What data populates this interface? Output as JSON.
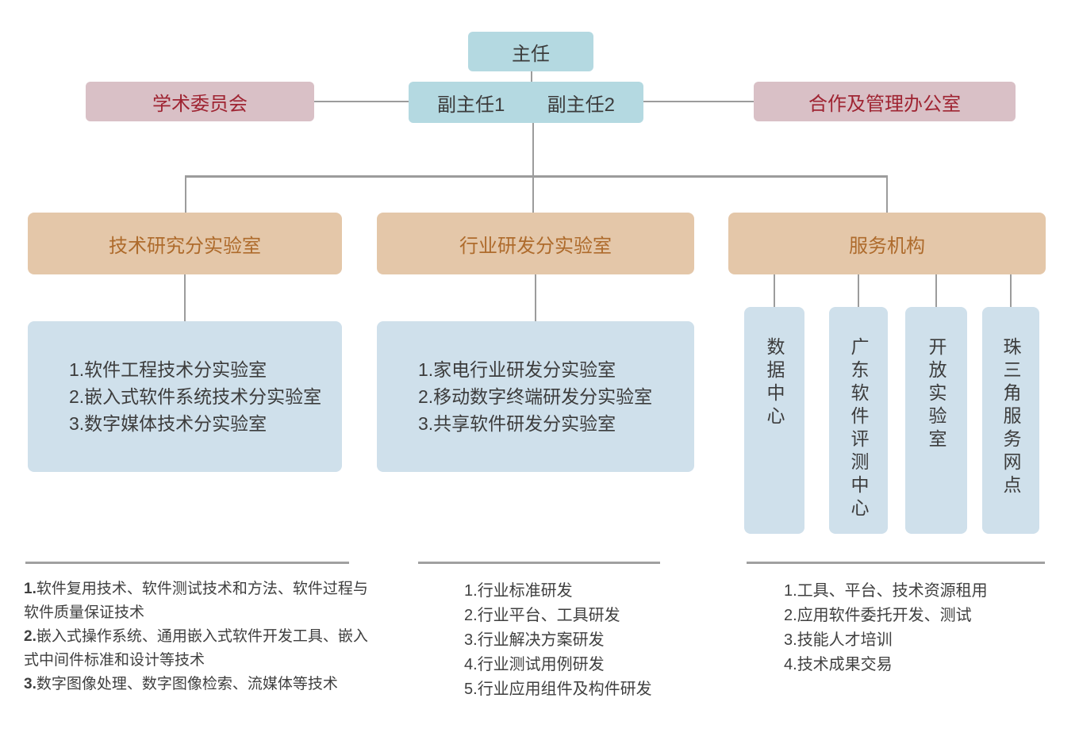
{
  "colors": {
    "teal_box": "#b4d9e1",
    "pink_box": "#d9c0c6",
    "tan_box": "#e4c7a9",
    "light_blue_box": "#cfe0eb",
    "pink_text": "#9f2432",
    "tan_text": "#ae6b2c",
    "dark_text": "#3c3c3c",
    "connector_line": "#9c9c9c"
  },
  "org": {
    "director": "主任",
    "deputies": [
      "副主任1",
      "副主任2"
    ],
    "academic_committee": "学术委员会",
    "management_office": "合作及管理办公室",
    "branches": [
      {
        "title": "技术研究分实验室",
        "sub_labs": [
          "1.软件工程技术分实验室",
          "2.嵌入式软件系统技术分实验室",
          "3.数字媒体技术分实验室"
        ],
        "notes": [
          {
            "num": "1.",
            "text": "软件复用技术、软件测试技术和方法、软件过程与软件质量保证技术"
          },
          {
            "num": "2.",
            "text": "嵌入式操作系统、通用嵌入式软件开发工具、嵌入式中间件标准和设计等技术"
          },
          {
            "num": "3.",
            "text": "数字图像处理、数字图像检索、流媒体等技术"
          }
        ]
      },
      {
        "title": "行业研发分实验室",
        "sub_labs": [
          "1.家电行业研发分实验室",
          "2.移动数字终端研发分实验室",
          "3.共享软件研发分实验室"
        ],
        "notes": [
          {
            "num": "1.",
            "text": "行业标准研发"
          },
          {
            "num": "2.",
            "text": "行业平台、工具研发"
          },
          {
            "num": "3.",
            "text": "行业解决方案研发"
          },
          {
            "num": "4.",
            "text": "行业测试用例研发"
          },
          {
            "num": "5.",
            "text": "行业应用组件及构件研发"
          }
        ]
      },
      {
        "title": "服务机构",
        "service_units": [
          "数据中心",
          "广东软件评测中心",
          "开放实验室",
          "珠三角服务网点"
        ],
        "notes": [
          {
            "num": "1.",
            "text": "工具、平台、技术资源租用"
          },
          {
            "num": "2.",
            "text": "应用软件委托开发、测试"
          },
          {
            "num": "3.",
            "text": "技能人才培训"
          },
          {
            "num": "4.",
            "text": "技术成果交易"
          }
        ]
      }
    ]
  }
}
